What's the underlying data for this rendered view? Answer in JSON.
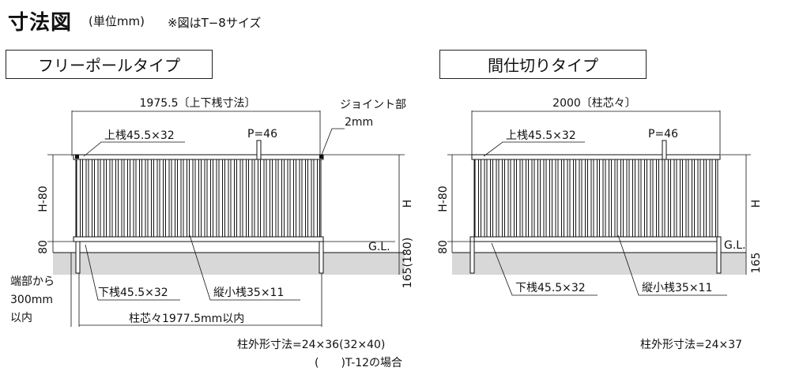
{
  "header": {
    "title": "寸法図",
    "subtitle": "(単位mm)",
    "note": "※図はT−8サイズ"
  },
  "free_pole": {
    "type_label": "フリーポールタイプ",
    "top_dim": "1975.5〔上下桟寸法〕",
    "joint": "ジョイント部",
    "joint_size": "2mm",
    "top_rail": "上桟45.5×32",
    "pitch": "P=46",
    "h80": "H-80",
    "h": "H",
    "dim80": "80",
    "gl": "G.L.",
    "depth": "165(180)",
    "edge_line1": "端部から",
    "edge_line2": "300mm",
    "edge_line3": "以内",
    "bottom_rail": "下桟45.5×32",
    "slat": "縦小桟35×11",
    "post_span": "柱芯々1977.5mm以内",
    "post_size": "柱外形寸法=24×36(32×40)",
    "post_note": "(　　)T-12の場合"
  },
  "partition": {
    "type_label": "間仕切りタイプ",
    "top_dim": "2000〔柱芯々〕",
    "top_rail": "上桟45.5×32",
    "pitch": "P=46",
    "h80": "H-80",
    "h": "H",
    "dim80": "80",
    "gl": "G.L.",
    "depth": "165",
    "bottom_rail": "下桟45.5×32",
    "slat": "縦小桟35×11",
    "post_size": "柱外形寸法=24×37"
  }
}
